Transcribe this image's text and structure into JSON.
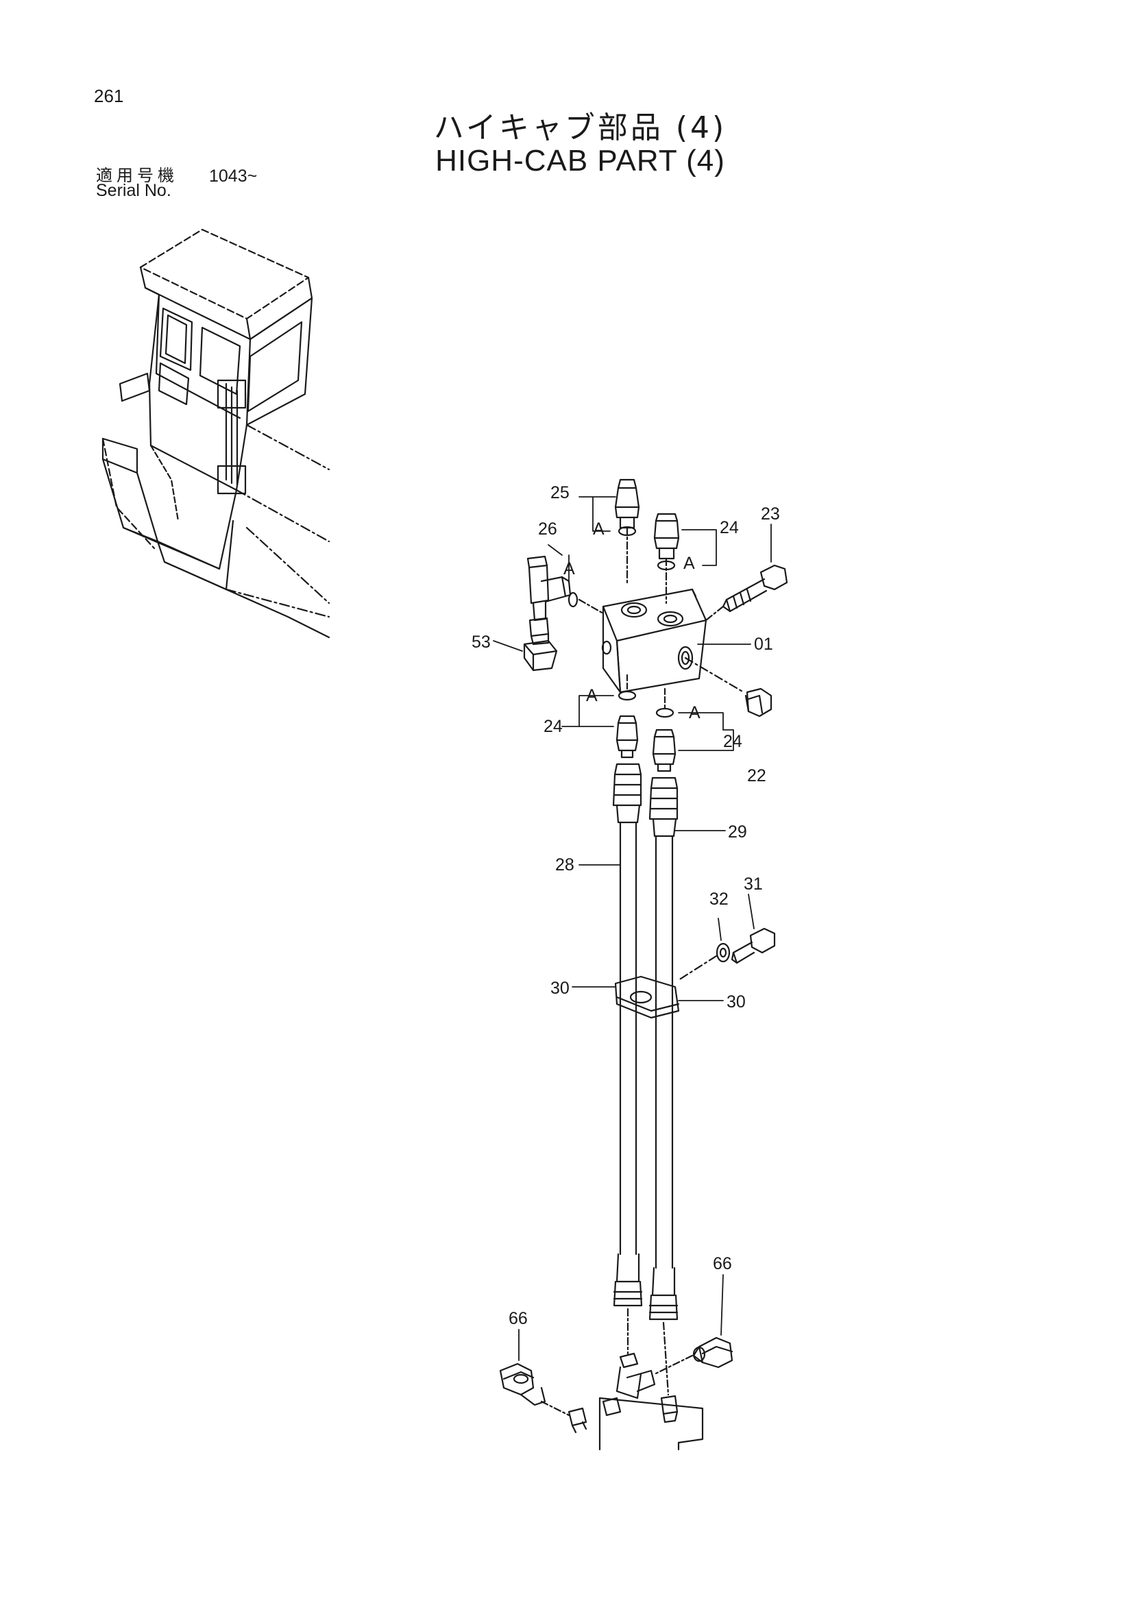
{
  "page_number": "261",
  "title_jp": "ハイキャブ部品 (4)",
  "title_en": "HIGH-CAB PART (4)",
  "serial": {
    "label_jp": "適用号機",
    "label_en": "Serial No.",
    "value": "1043~"
  },
  "callouts": {
    "c01": "01",
    "c22": "22",
    "c23": "23",
    "c24a": "24",
    "c24b": "24",
    "c24c": "24",
    "c25": "25",
    "c26": "26",
    "c28": "28",
    "c29": "29",
    "c30a": "30",
    "c30b": "30",
    "c31": "31",
    "c32": "32",
    "c53": "53",
    "c66a": "66",
    "c66b": "66",
    "ref_a1": "A",
    "ref_a2": "A",
    "ref_a3": "A",
    "ref_a4": "A",
    "ref_a5": "A"
  }
}
